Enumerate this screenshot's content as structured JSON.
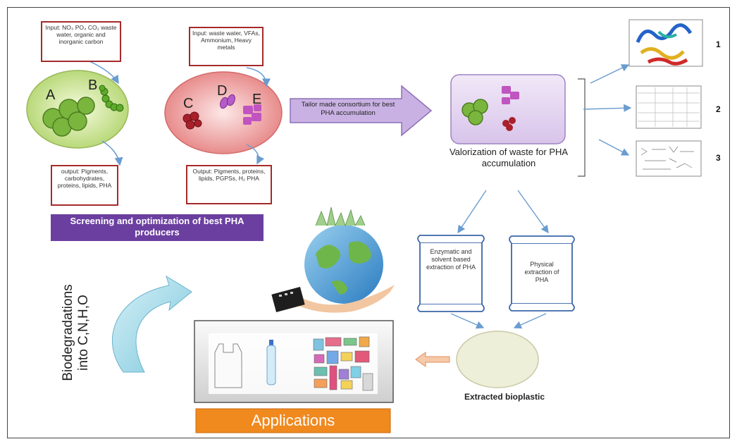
{
  "inputs": {
    "left": "Input: NO₃ PO₄ CO₂ waste water, organic and inorganic carbon",
    "right": "Input: waste water, VFAs, Ammonium, Heavy metals"
  },
  "outputs": {
    "left": "output: Pigments, carbohydrates, proteins, lipids, PHA",
    "right": "Output: Pigments, proteins, lipids, PGPSs, H₂ PHA"
  },
  "cell_labels": {
    "a": "A",
    "b": "B",
    "c": "C",
    "d": "D",
    "e": "E"
  },
  "consortium_arrow": "Tailor made consortium for best PHA accumulation",
  "valorization_caption": "Valorization of waste for PHA accumulation",
  "screening_banner": "Screening and optimization of best PHA producers",
  "extraction": {
    "enzymatic": "Enzymatic and solvent based extraction of PHA",
    "physical": "Physical extraction of PHA"
  },
  "extracted_label": "Extracted bioplastic",
  "applications_label": "Applications",
  "biodegradation_label": "Biodegradations into C,N,H,O",
  "outcome_numbers": [
    "1",
    "2",
    "3"
  ],
  "colors": {
    "banner_purple": "#6b3fa0",
    "applications_orange": "#f0891e",
    "input_border": "#a52a2a",
    "green_cell": "#7ab63e",
    "red_cell": "#a8202a",
    "magenta_cell": "#c054c0"
  }
}
